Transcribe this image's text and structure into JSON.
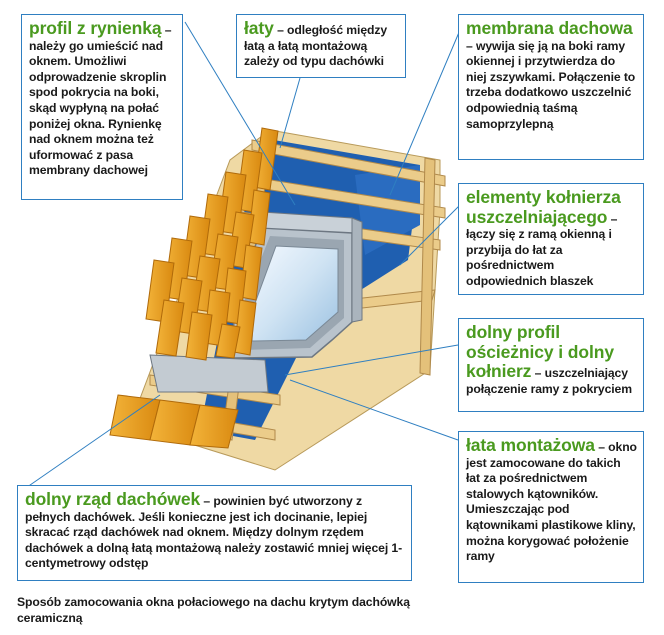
{
  "labels": {
    "profil": {
      "title": "profil z rynienką",
      "text": "– należy go umieścić nad oknem. Umożliwi odprowadzenie skroplin spod pokrycia na boki, skąd wypłyną na połać poniżej okna. Rynienkę nad oknem można też uformować z pasa membrany dachowej"
    },
    "laty": {
      "title": "łaty",
      "text": "– odległość między łatą a łatą montażową zależy od typu dachówki"
    },
    "membrana": {
      "title": "membrana dachowa",
      "text": "– wywija się ją na boki ramy okiennej i przytwierdza do niej zszywkami. Połączenie to trzeba dodatkowo uszczelnić odpowiednią taśmą samoprzylepną"
    },
    "elementy": {
      "title": "elementy kołnierza uszczelniającego",
      "text": "– łączy się z ramą okienną i przybija do łat za pośrednictwem odpowiednich blaszek"
    },
    "dolny_profil": {
      "title": "dolny profil ościeżnicy i dolny kołnierz",
      "text": "– uszczelniający połączenie ramy z pokryciem"
    },
    "lata_montazowa": {
      "title": "łata montażowa",
      "text": "– okno jest zamocowane do takich łat za pośrednictwem stalowych kątowników. Umieszczając pod kątownikami plastikowe kliny, można korygować położenie ramy"
    },
    "dolny_rzad": {
      "title": "dolny rząd dachówek",
      "text": "– powinien być utworzony z pełnych dachówek. Jeśli konieczne jest ich docinanie, lepiej skracać rząd dachówek nad oknem. Między dolnym rzędem dachówek a dolną łatą montażową należy zostawić mniej więcej 1-centymetrowy odstęp"
    }
  },
  "caption": "Sposób zamocowania okna połaciowego na dachu krytym dachówką ceramiczną",
  "colors": {
    "accent_green": "#4a9a1f",
    "box_border": "#2f7fc1",
    "tile_orange": "#e8a020",
    "membrane_blue": "#1f5fb0",
    "wood": "#e9cf94"
  }
}
